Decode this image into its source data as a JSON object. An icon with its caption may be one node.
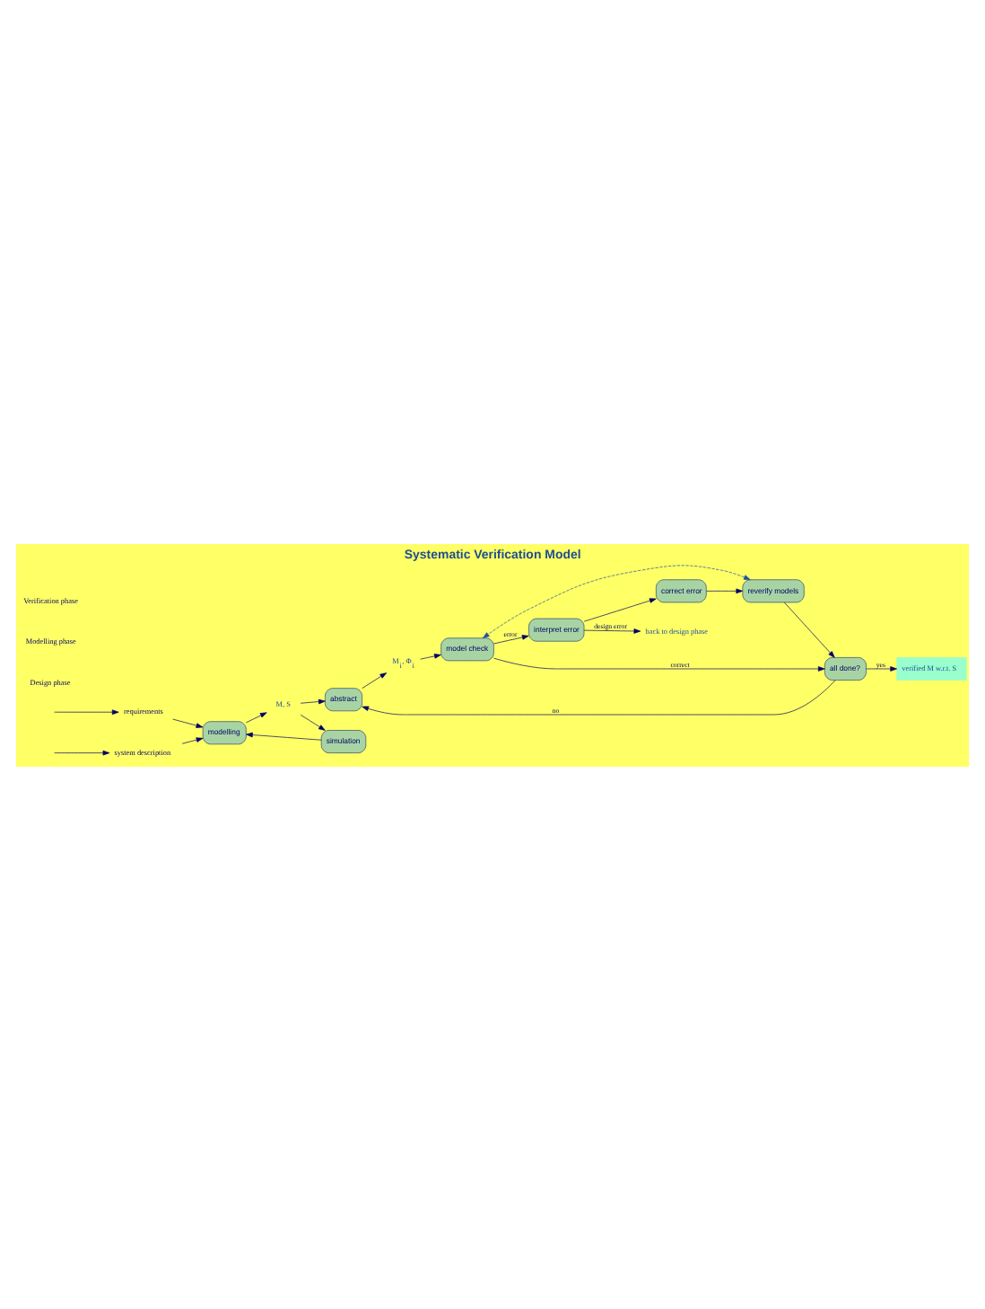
{
  "diagram": {
    "title": "Systematic Verification Model",
    "nodes": [
      {
        "text": [
          "system description"
        ]
      },
      {
        "text": [
          "requirements"
        ]
      },
      {
        "text": [
          "modelling"
        ]
      },
      {
        "text": [
          "simulation"
        ]
      },
      {
        "text": [
          "M, S"
        ]
      },
      {
        "text": [
          "abstract"
        ]
      },
      {
        "text": [
          "M$_{i}$, Φ$_{i}$"
        ]
      },
      {
        "text": [
          "model check"
        ]
      },
      {
        "text": [
          "interpret error"
        ]
      },
      {
        "text": [
          "correct error"
        ]
      },
      {
        "text": [
          "reverify models"
        ]
      },
      {
        "text": [
          "all done?"
        ]
      },
      {
        "text": [
          "back to design phase"
        ]
      },
      {
        "text": [
          "verified M w.r.t. S"
        ]
      }
    ],
    "edges": [
      {
        "from": null,
        "to": 0,
        "arrow": "to"
      },
      {
        "from": null,
        "to": 1,
        "arrow": "to"
      },
      {
        "from": 0,
        "to": 2,
        "arrow": "to"
      },
      {
        "from": 1,
        "to": 2,
        "arrow": "to"
      },
      {
        "from": 2,
        "to": 4,
        "arrow": "to"
      },
      {
        "from": 4,
        "to": 3,
        "arrow": "to"
      },
      {
        "from": 3,
        "to": 2,
        "arrow": "to"
      },
      {
        "from": 4,
        "to": 5,
        "arrow": "to"
      },
      {
        "from": 5,
        "to": 6,
        "arrow": "to"
      },
      {
        "from": 6,
        "to": 7,
        "arrow": "to"
      },
      {
        "from": 7,
        "to": 8,
        "label": "error",
        "arrow": "to"
      },
      {
        "from": 8,
        "to": 12,
        "label": "design error",
        "arrow": "to"
      },
      {
        "from": 8,
        "to": 9,
        "arrow": "to"
      },
      {
        "from": 9,
        "to": 10,
        "arrow": "to"
      },
      {
        "from": 10,
        "to": 7,
        "arrow": "both",
        "style": "dashed",
        "color": "#1f4fa0"
      },
      {
        "from": 10,
        "to": 11,
        "arrow": "to"
      },
      {
        "from": 7,
        "to": 11,
        "label": "correct",
        "arrow": "to"
      },
      {
        "from": 11,
        "to": 5,
        "label": "no",
        "arrow": "to"
      },
      {
        "from": 11,
        "to": 13,
        "label": "yes",
        "arrow": "to"
      }
    ],
    "labels": [
      "Design phase",
      "Modelling phase",
      "Verification phase"
    ]
  }
}
